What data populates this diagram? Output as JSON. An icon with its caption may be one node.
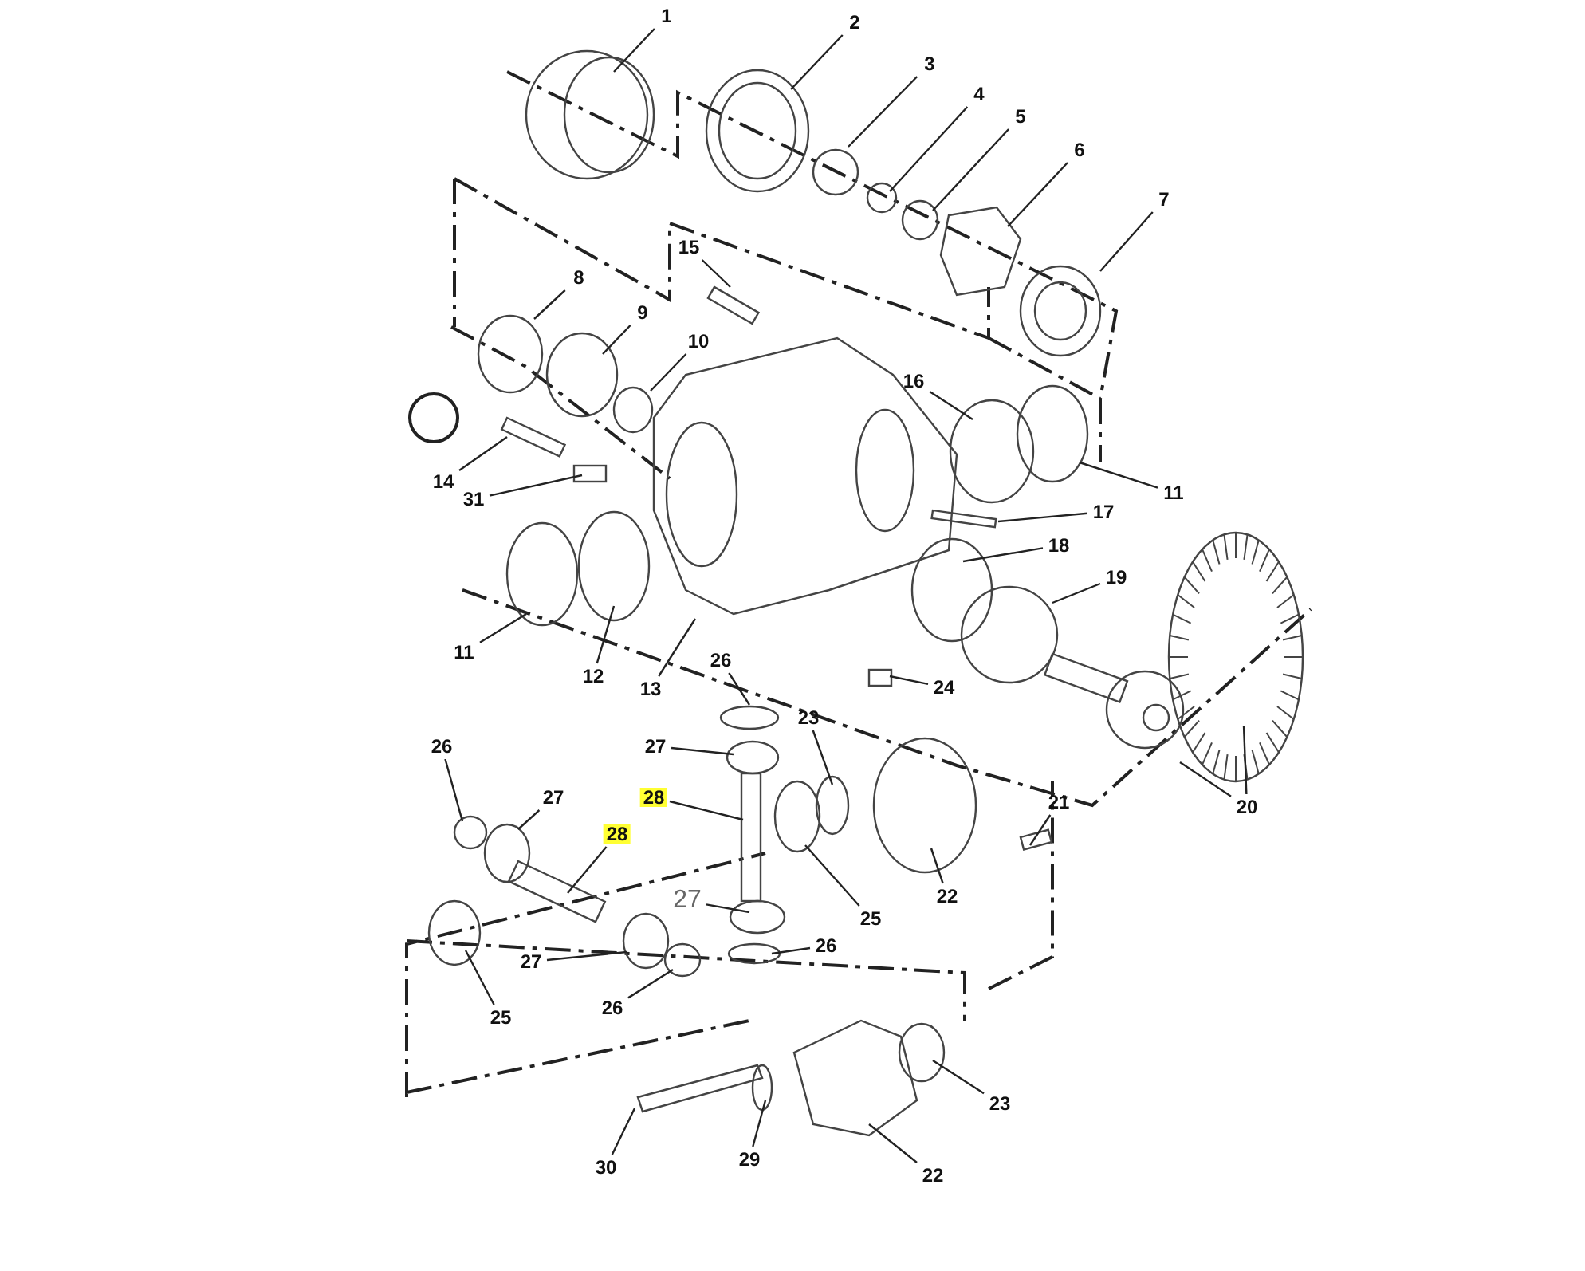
{
  "diagram": {
    "nodes": [
      {
        "text": [
          "1"
        ]
      },
      {
        "text": [
          "2"
        ]
      },
      {
        "text": [
          "3"
        ]
      },
      {
        "text": [
          "4"
        ]
      },
      {
        "text": [
          "5"
        ]
      },
      {
        "text": [
          "6"
        ]
      },
      {
        "text": [
          "7"
        ]
      },
      {
        "text": [
          "15"
        ]
      },
      {
        "text": [
          "8"
        ]
      },
      {
        "text": [
          "9"
        ]
      },
      {
        "text": [
          "10"
        ]
      },
      {
        "text": [
          "16"
        ]
      },
      {
        "text": [
          "14"
        ]
      },
      {
        "text": [
          "11"
        ]
      },
      {
        "text": [
          "31"
        ]
      },
      {
        "text": [
          "17"
        ]
      },
      {
        "text": [
          "18"
        ]
      },
      {
        "text": [
          "19"
        ]
      },
      {
        "text": [
          "11"
        ]
      },
      {
        "text": [
          "12"
        ]
      },
      {
        "text": [
          "13"
        ]
      },
      {
        "text": [
          "24"
        ]
      },
      {
        "text": [
          "26"
        ]
      },
      {
        "text": [
          "23"
        ]
      },
      {
        "text": [
          "26"
        ]
      },
      {
        "text": [
          "27"
        ]
      },
      {
        "text": [
          "27"
        ]
      },
      {
        "text": [
          "28"
        ]
      },
      {
        "text": [
          "21"
        ]
      },
      {
        "text": [
          "20"
        ]
      },
      {
        "text": [
          "28"
        ]
      },
      {
        "text": [
          "22"
        ]
      },
      {
        "text": [
          "27"
        ]
      },
      {
        "text": [
          "25"
        ]
      },
      {
        "text": [
          "26"
        ]
      },
      {
        "text": [
          "27"
        ]
      },
      {
        "text": [
          "25"
        ]
      },
      {
        "text": [
          "26"
        ]
      },
      {
        "text": [
          "23"
        ]
      },
      {
        "text": [
          "29"
        ]
      },
      {
        "text": [
          "30"
        ]
      },
      {
        "text": [
          "22"
        ]
      }
    ],
    "edges": [
      {
        "from": 0,
        "to": null,
        "arrow": "none"
      },
      {
        "from": 1,
        "to": null,
        "arrow": "none"
      },
      {
        "from": 2,
        "to": null,
        "arrow": "none"
      },
      {
        "from": 3,
        "to": null,
        "arrow": "none"
      },
      {
        "from": 4,
        "to": null,
        "arrow": "none"
      },
      {
        "from": 5,
        "to": null,
        "arrow": "none"
      },
      {
        "from": 6,
        "to": null,
        "arrow": "none"
      },
      {
        "from": 7,
        "to": null,
        "arrow": "none"
      },
      {
        "from": 8,
        "to": null,
        "arrow": "none"
      },
      {
        "from": 9,
        "to": null,
        "arrow": "none"
      },
      {
        "from": 10,
        "to": null,
        "arrow": "none"
      },
      {
        "from": 11,
        "to": null,
        "arrow": "none"
      },
      {
        "from": 12,
        "to": null,
        "arrow": "none"
      },
      {
        "from": 13,
        "to": null,
        "arrow": "none"
      },
      {
        "from": 14,
        "to": null,
        "arrow": "none"
      },
      {
        "from": 15,
        "to": null,
        "arrow": "none"
      },
      {
        "from": 16,
        "to": null,
        "arrow": "none"
      },
      {
        "from": 17,
        "to": null,
        "arrow": "none"
      },
      {
        "from": 18,
        "to": null,
        "arrow": "none"
      },
      {
        "from": 19,
        "to": null,
        "arrow": "none"
      },
      {
        "from": 20,
        "to": null,
        "arrow": "none"
      },
      {
        "from": 21,
        "to": null,
        "arrow": "none"
      },
      {
        "from": 22,
        "to": null,
        "arrow": "none"
      },
      {
        "from": 23,
        "to": null,
        "arrow": "none"
      },
      {
        "from": 24,
        "to": null,
        "arrow": "none"
      },
      {
        "from": 25,
        "to": null,
        "arrow": "none"
      },
      {
        "from": 26,
        "to": null,
        "arrow": "none"
      },
      {
        "from": 27,
        "to": null,
        "arrow": "none"
      },
      {
        "from": 28,
        "to": null,
        "arrow": "none"
      },
      {
        "from": 29,
        "to": null,
        "arrow": "none"
      },
      {
        "from": 29,
        "to": null,
        "arrow": "none"
      },
      {
        "from": 30,
        "to": null,
        "arrow": "none"
      },
      {
        "from": 31,
        "to": null,
        "arrow": "none"
      },
      {
        "from": 32,
        "to": null,
        "arrow": "none"
      },
      {
        "from": 33,
        "to": null,
        "arrow": "none"
      },
      {
        "from": 34,
        "to": null,
        "arrow": "none"
      },
      {
        "from": 35,
        "to": null,
        "arrow": "none"
      },
      {
        "from": 36,
        "to": null,
        "arrow": "none"
      },
      {
        "from": 37,
        "to": null,
        "arrow": "none"
      },
      {
        "from": 38,
        "to": null,
        "arrow": "none"
      },
      {
        "from": 39,
        "to": null,
        "arrow": "none"
      },
      {
        "from": 40,
        "to": null,
        "arrow": "none"
      },
      {
        "from": 41,
        "to": null,
        "arrow": "none"
      }
    ]
  }
}
